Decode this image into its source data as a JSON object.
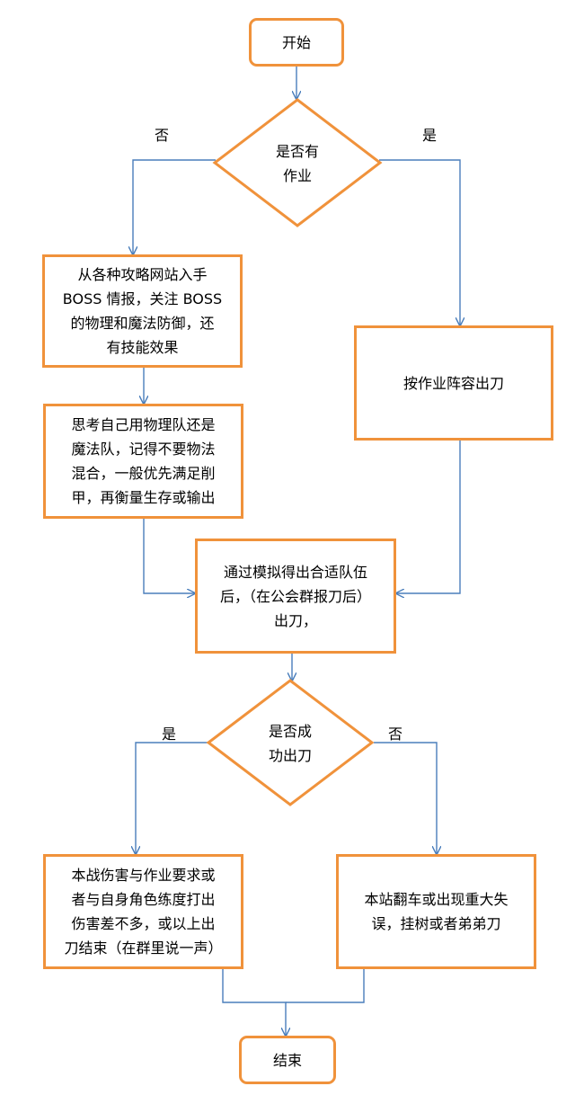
{
  "nodes": {
    "start": "开始",
    "has_homework": "是否有\n作业",
    "research": "从各种攻略网站入手\nBOSS 情报，关注 BOSS\n的物理和魔法防御，还\n有技能效果",
    "think_team": "思考自己用物理队还是\n魔法队，记得不要物法\n混合，一般优先满足削\n甲，再衡量生存或输出",
    "follow_homework": "按作业阵容出刀",
    "simulate": "通过模拟得出合适队伍\n后，（在公会群报刀后）\n出刀，",
    "success": "是否成\n功出刀",
    "success_result": "本战伤害与作业要求或\n者与自身角色练度打出\n伤害差不多，或以上出\n刀结束（在群里说一声）",
    "fail_result": "本站翻车或出现重大失\n误，挂树或者弟弟刀",
    "end": "结束"
  },
  "edge_labels": {
    "no_homework": "否",
    "yes_homework": "是",
    "yes_success": "是",
    "no_success": "否"
  },
  "colors": {
    "node_border": "#f0923b",
    "connector": "#4a7ebb"
  }
}
